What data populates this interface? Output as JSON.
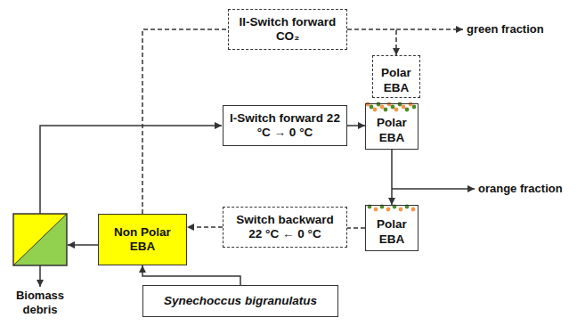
{
  "diagram": {
    "nodes": [
      {
        "text": [
          "II-Switch forward CO₂"
        ]
      },
      {
        "text": [
          "Polar EBA"
        ]
      },
      {
        "text": [
          "I-Switch forward 22 °C → 0 °C"
        ]
      },
      {
        "text": [
          "Polar EBA"
        ]
      },
      {
        "text": [
          "Switch backward 22 °C ← 0 °C"
        ]
      },
      {
        "text": [
          "Polar EBA"
        ]
      },
      {
        "text": [
          "Non Polar EBA"
        ]
      },
      {
        "text": [
          "Synechoccus bigranulatus"
        ]
      }
    ],
    "edges": [
      {
        "from": 7,
        "to": 6,
        "arrow": "to"
      },
      {
        "from": 6,
        "to": 0,
        "arrow": "none"
      },
      {
        "from": 0,
        "to": 1,
        "arrow": "to"
      },
      {
        "from": 2,
        "to": 3,
        "arrow": "to"
      },
      {
        "from": 3,
        "to": 5,
        "arrow": "to"
      },
      {
        "from": 5,
        "to": 4,
        "arrow": "none"
      },
      {
        "from": 4,
        "to": 6,
        "arrow": "to"
      }
    ],
    "labels": [
      "green fraction",
      "orange fraction",
      "Biomass debris"
    ]
  }
}
